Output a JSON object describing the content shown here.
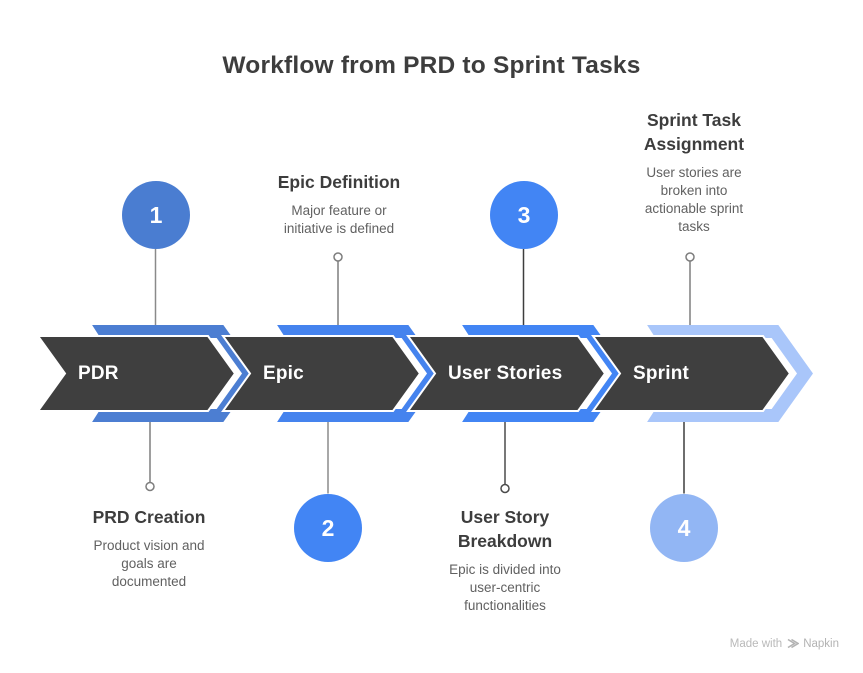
{
  "title": "Workflow from PRD to Sprint Tasks",
  "colors": {
    "chevron_dark": "#3f3f3f",
    "connector_gray": "#7d7d7d",
    "connector_dark": "#3d3d3d"
  },
  "stages": [
    {
      "number": "1",
      "label": "PDR",
      "accent": "#4c7ed2",
      "circle_color": "#4a7dd1",
      "heading": "PRD Creation",
      "description": "Product vision and goals are documented"
    },
    {
      "number": "2",
      "label": "Epic",
      "accent": "#4583ee",
      "circle_color": "#4285f4",
      "heading": "Epic Definition",
      "description": "Major feature or initiative is defined"
    },
    {
      "number": "3",
      "label": "User Stories",
      "accent": "#4285f4",
      "circle_color": "#4285f4",
      "heading": "User Story Breakdown",
      "description": "Epic is divided into user-centric functionalities"
    },
    {
      "number": "4",
      "label": "Sprint",
      "accent": "#a9c6fa",
      "circle_color": "#92b6f4",
      "heading": "Sprint Task Assignment",
      "description": "User stories are broken into actionable sprint tasks"
    }
  ],
  "footer": {
    "prefix": "Made with",
    "brand": "Napkin"
  }
}
